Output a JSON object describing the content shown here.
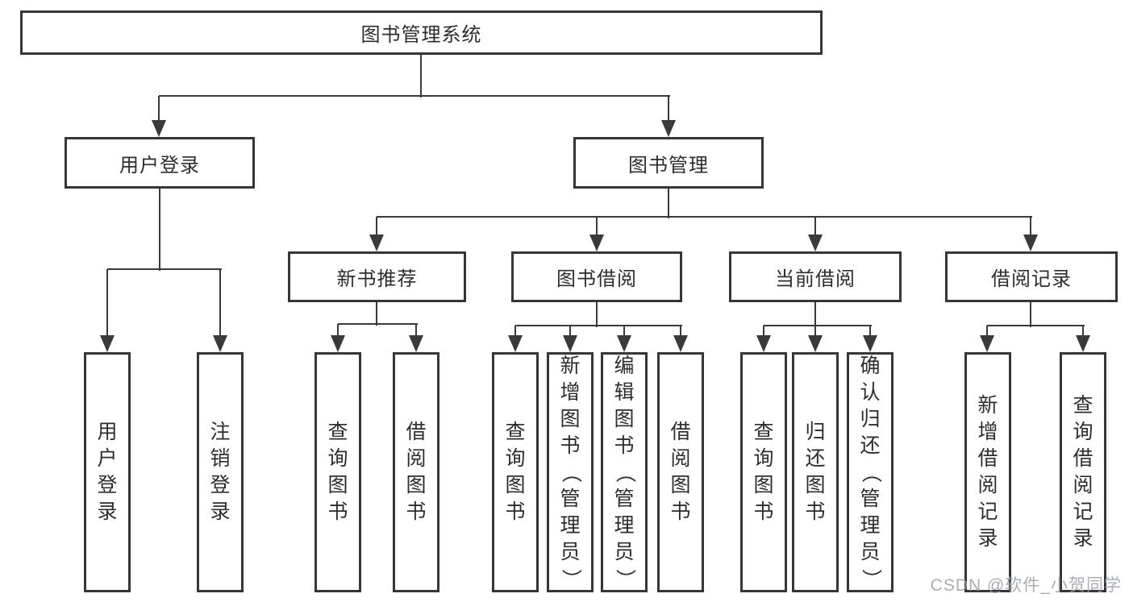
{
  "diagram": {
    "root": {
      "label": "图书管理系统"
    },
    "branches": [
      {
        "label": "用户登录",
        "children": [
          {
            "label": "用户登录"
          },
          {
            "label": "注销登录"
          }
        ]
      },
      {
        "label": "图书管理",
        "children": [
          {
            "label": "新书推荐",
            "children": [
              {
                "label": "查询图书"
              },
              {
                "label": "借阅图书"
              }
            ]
          },
          {
            "label": "图书借阅",
            "children": [
              {
                "label": "查询图书"
              },
              {
                "label": "新增图书（管理员）"
              },
              {
                "label": "编辑图书（管理员）"
              },
              {
                "label": "借阅图书"
              }
            ]
          },
          {
            "label": "当前借阅",
            "children": [
              {
                "label": "查询图书"
              },
              {
                "label": "归还图书"
              },
              {
                "label": "确认归还（管理员）"
              }
            ]
          },
          {
            "label": "借阅记录",
            "children": [
              {
                "label": "新增借阅记录"
              },
              {
                "label": "查询借阅记录"
              }
            ]
          }
        ]
      }
    ]
  },
  "watermark": "CSDN @软件_小贺同学",
  "colors": {
    "line": "#3a3a3a",
    "text": "#2d2d2d",
    "watermark": "#9aa0a8"
  }
}
